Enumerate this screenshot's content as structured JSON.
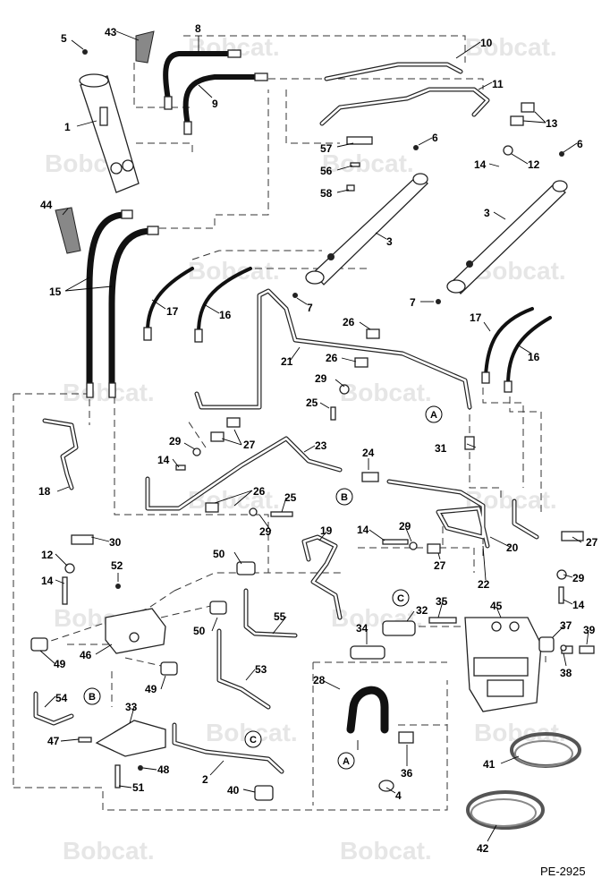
{
  "diagram": {
    "code": "PE-2925",
    "watermark": "Bobcat.",
    "callouts": [
      "1",
      "2",
      "3",
      "4",
      "5",
      "6",
      "7",
      "8",
      "9",
      "10",
      "11",
      "12",
      "13",
      "14",
      "15",
      "16",
      "17",
      "18",
      "19",
      "20",
      "21",
      "22",
      "23",
      "24",
      "25",
      "26",
      "27",
      "28",
      "29",
      "30",
      "31",
      "32",
      "33",
      "34",
      "35",
      "36",
      "37",
      "38",
      "39",
      "40",
      "41",
      "42",
      "43",
      "44",
      "45",
      "46",
      "47",
      "48",
      "49",
      "50",
      "51",
      "52",
      "53",
      "54",
      "55",
      "56",
      "57",
      "58"
    ],
    "connectors": [
      "A",
      "B",
      "C"
    ]
  }
}
